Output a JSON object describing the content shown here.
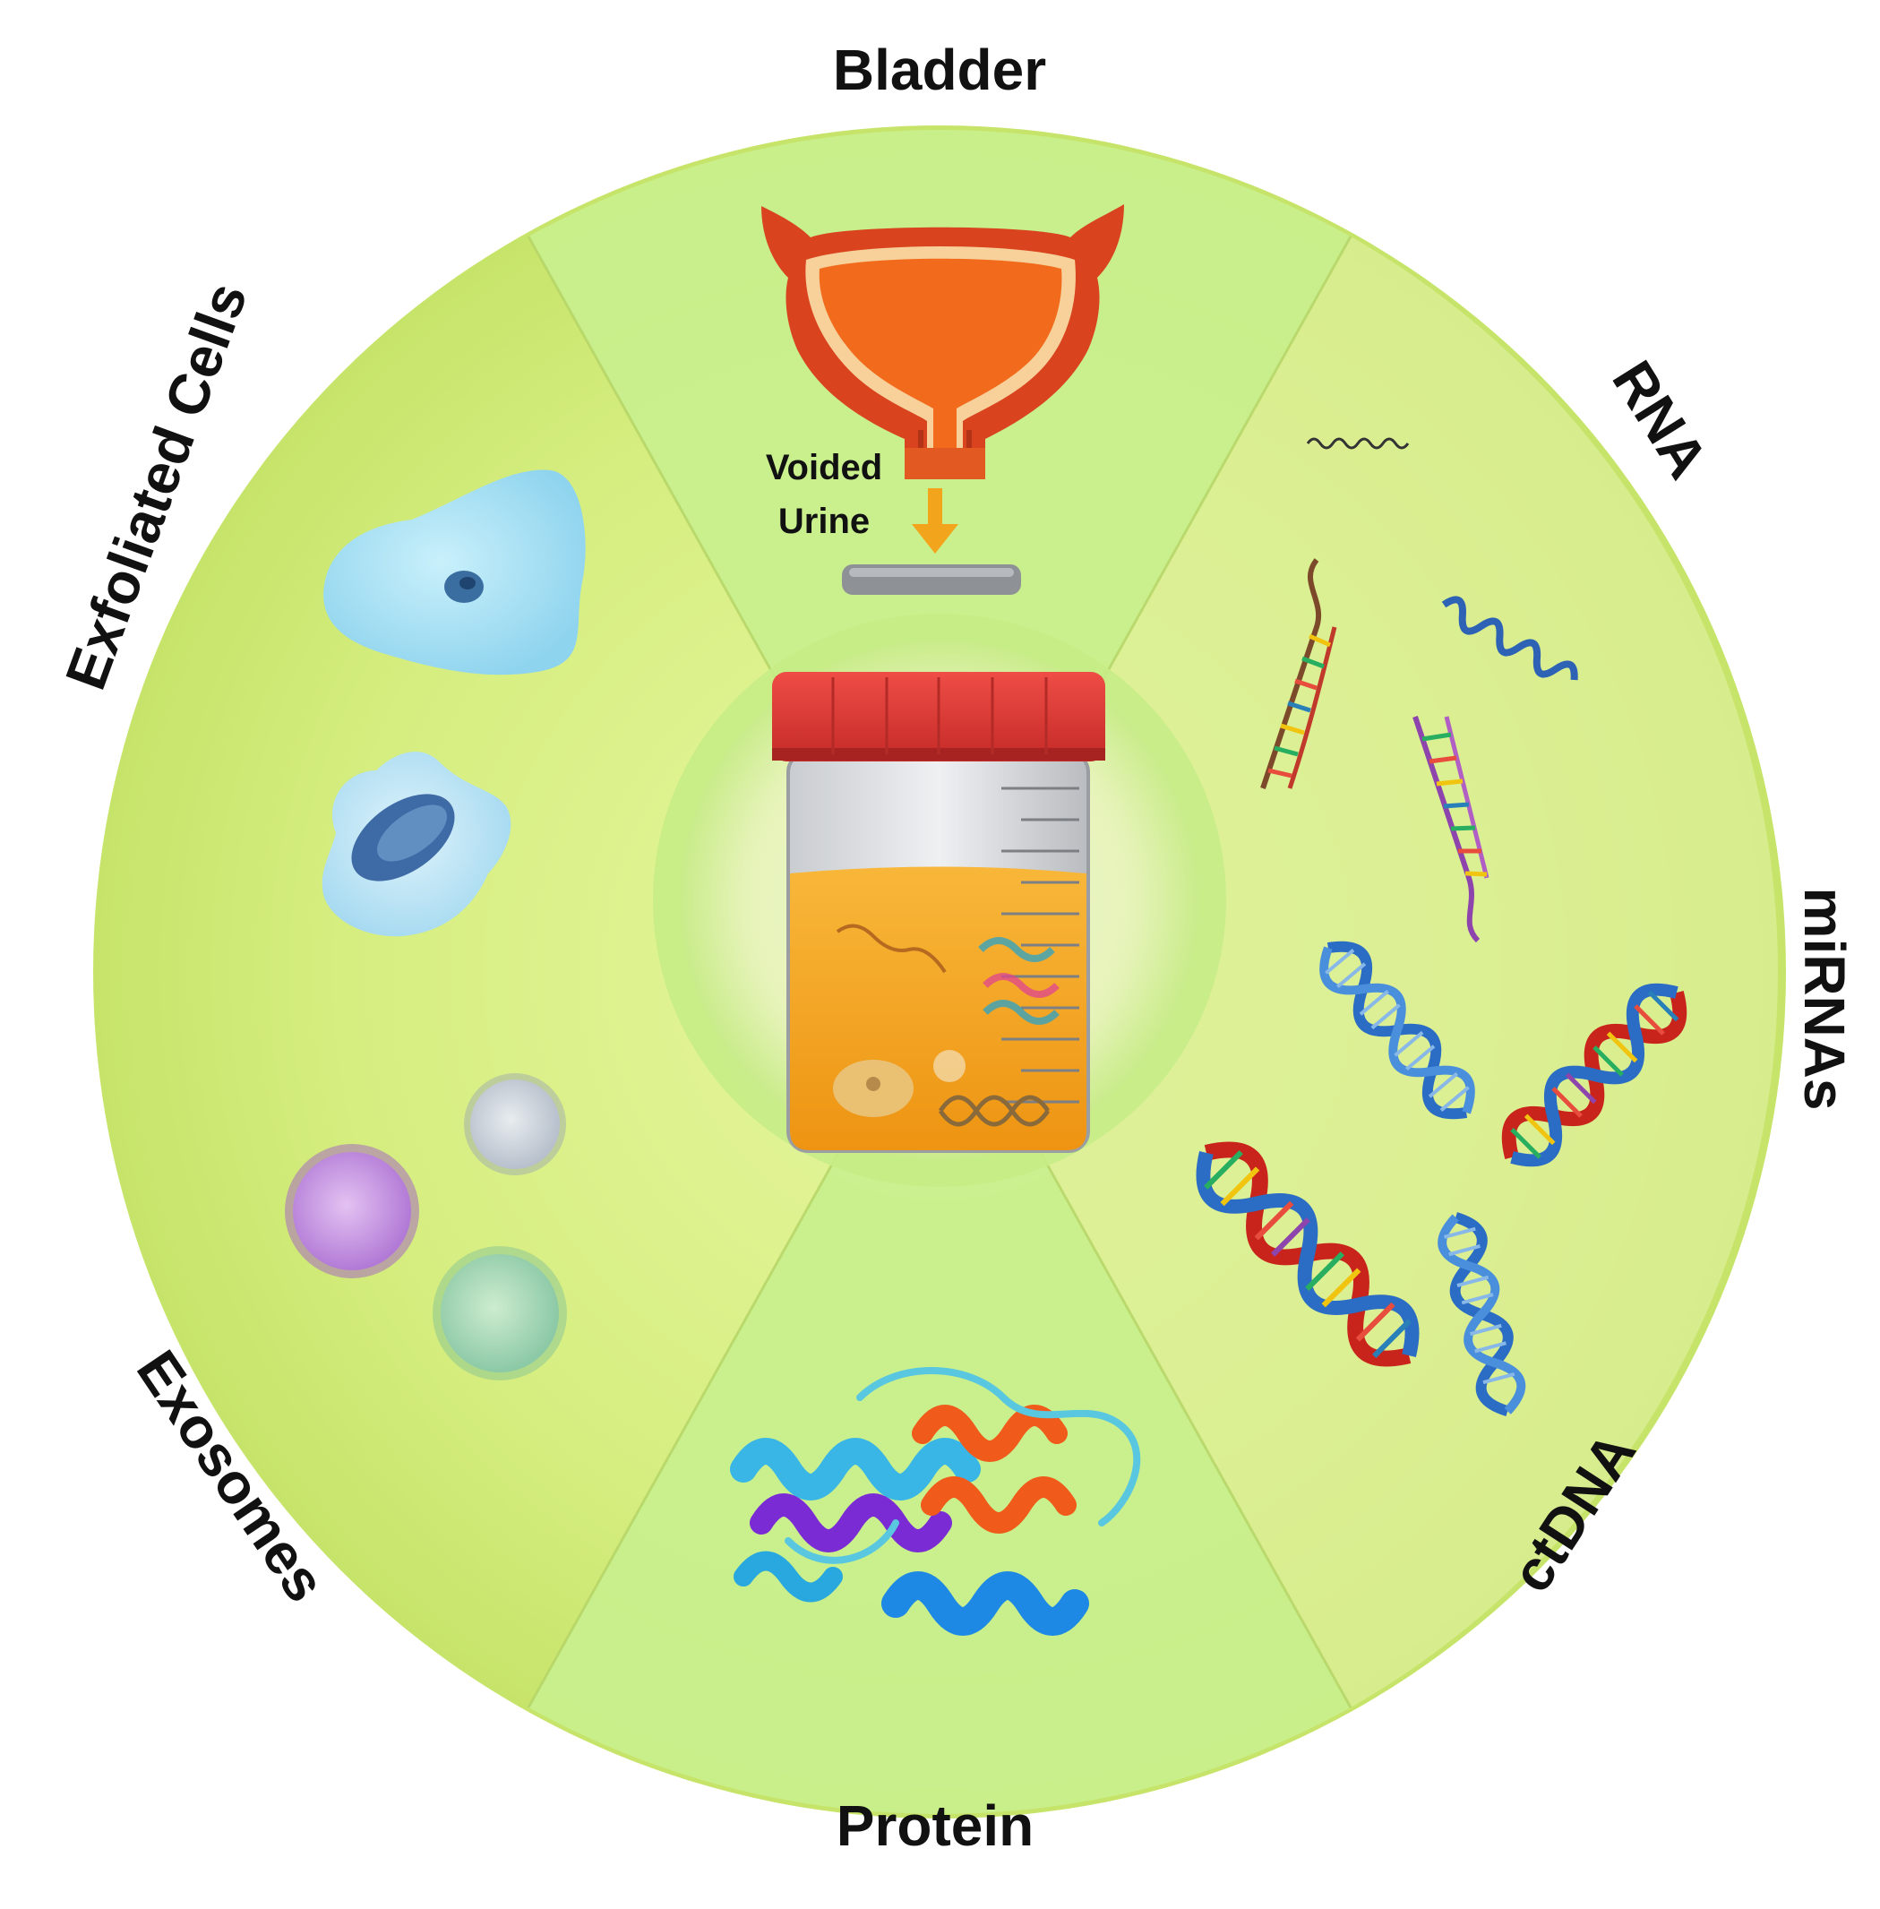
{
  "labels": {
    "bladder": "Bladder",
    "voided": "Voided",
    "urine": "Urine",
    "rna": "RNA",
    "mirnas": "miRNAs",
    "ctdna": "ctDNA",
    "protein": "Protein",
    "exosomes": "Exosomes",
    "exfoliated_cells": "Exfoliated Cells"
  },
  "colors": {
    "disc": "#d4ec7a",
    "segment_light": "#c8f08e",
    "segment_right": "#dff09a",
    "divider": "#b9d66a",
    "bladder": "#d9441f",
    "bladder_inner": "#f26b1c",
    "cup_lid": "#e03a34",
    "urine": "#f4a319",
    "arrow": "#f2a41d",
    "dna_blue": "#2b6cc4",
    "dna_red": "#c8241c"
  }
}
